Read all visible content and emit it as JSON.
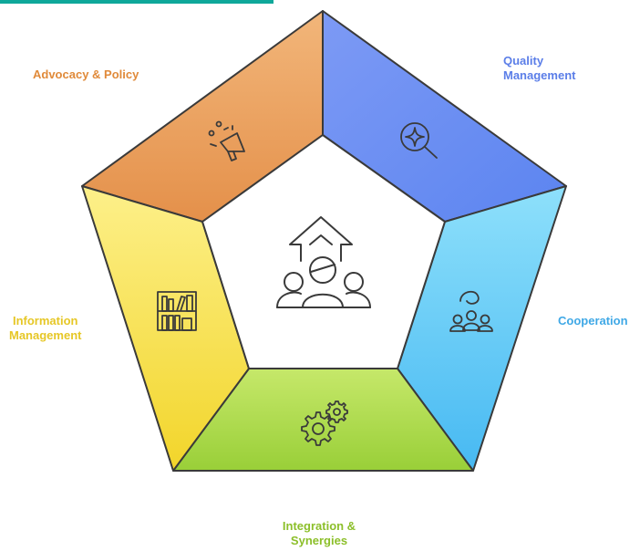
{
  "segments": [
    {
      "id": "advocacy",
      "label": "Advocacy & Policy",
      "icon": "megaphone-icon"
    },
    {
      "id": "quality",
      "label": "Quality\nManagement",
      "icon": "magnifier-sparkle-icon"
    },
    {
      "id": "cooperation",
      "label": "Cooperation",
      "icon": "people-handshake-icon"
    },
    {
      "id": "integration",
      "label": "Integration &\nSynergies",
      "icon": "gears-icon"
    },
    {
      "id": "information",
      "label": "Information\nManagement",
      "icon": "bookshelf-icon"
    }
  ],
  "center": {
    "icon": "team-growth-icon"
  },
  "colors": {
    "advocacy": "#e08a3a",
    "quality": "#5b7ee8",
    "cooperation": "#3fa8e6",
    "integration": "#8cbf2a",
    "information": "#e6c726",
    "accent": "#0fa89a"
  }
}
